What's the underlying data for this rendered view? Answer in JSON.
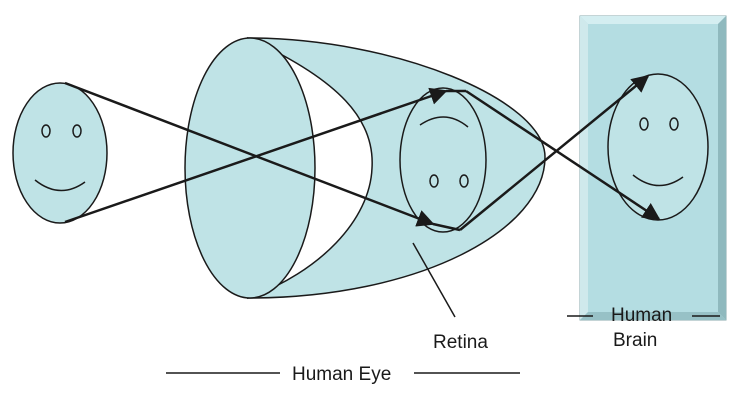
{
  "labels": {
    "retina": "Retina",
    "human_eye": "Human Eye",
    "human_brain_line1": "Human",
    "human_brain_line2": "Brain"
  },
  "colors": {
    "fill": "#bfe3e6",
    "brain_panel": "#b4dde2",
    "stroke": "#1a1a1a",
    "background": "#ffffff"
  },
  "icons": {
    "object_face": "smiley-face-upright",
    "retina_image": "smiley-face-inverted",
    "brain_image": "smiley-face-upright"
  }
}
